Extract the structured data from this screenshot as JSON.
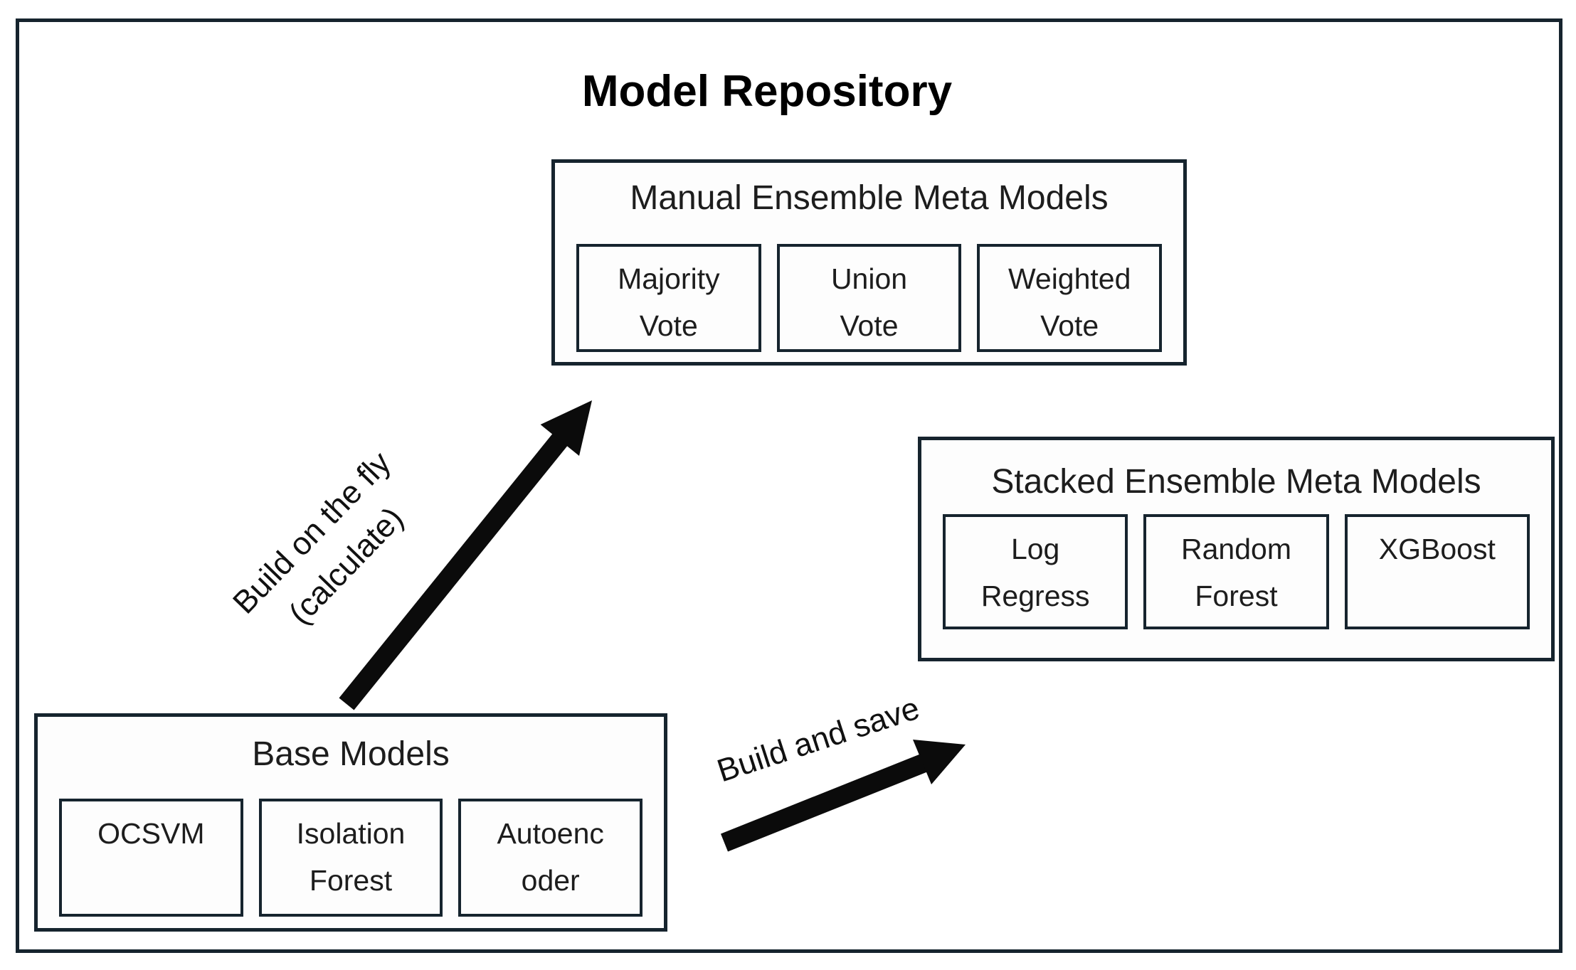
{
  "title": "Model Repository",
  "groups": [
    {
      "title": "Manual Ensemble Meta Models",
      "items": [
        "Majority\nVote",
        "Union\nVote",
        "Weighted\nVote"
      ]
    },
    {
      "title": "Stacked Ensemble Meta Models",
      "items": [
        "Log\nRegress",
        "Random\nForest",
        "XGBoost"
      ]
    },
    {
      "title": "Base Models",
      "items": [
        "OCSVM",
        "Isolation\nForest",
        "Autoenc\noder"
      ]
    }
  ],
  "arrows": [
    {
      "label": "Build on the fly\n(calculate)",
      "from": "Base Models",
      "to": "Manual Ensemble Meta Models"
    },
    {
      "label": "Build and save",
      "from": "Base Models",
      "to": "Stacked Ensemble Meta Models"
    }
  ],
  "colors": {
    "border": "#16242e",
    "text": "#1d1d1d",
    "arrow": "#0b0b0b",
    "background": "#ffffff"
  }
}
